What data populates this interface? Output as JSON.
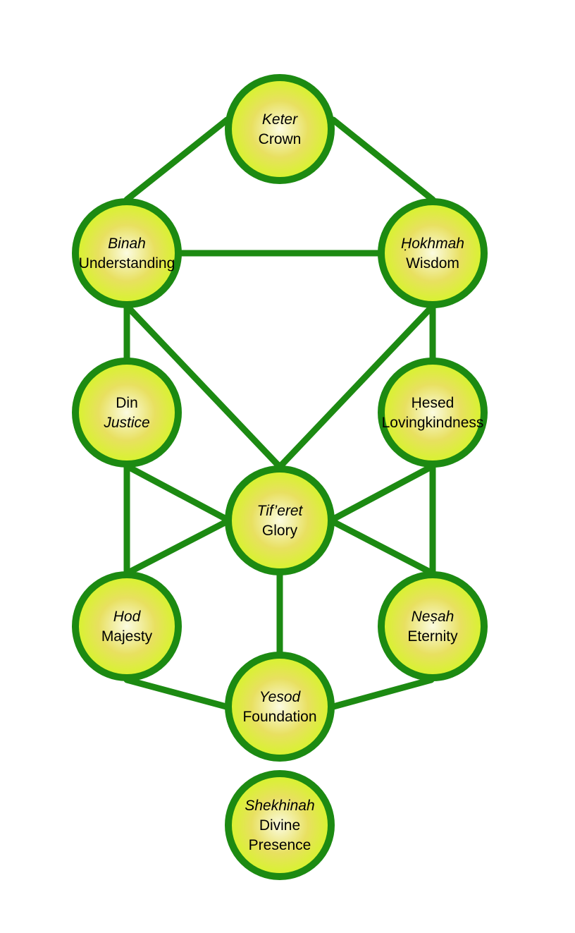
{
  "diagram": {
    "title": "Sefirot",
    "colors": {
      "line": "#1c8a12",
      "stroke": "#1c8a12",
      "fill_edge": "#d6f52a",
      "fill_mid": "#e8e060",
      "fill_center": "#fbfbe0",
      "text": "#000000"
    },
    "nodes": [
      {
        "id": "keter",
        "lines": [
          {
            "text": "Keter",
            "italic": true
          },
          {
            "text": "Crown",
            "italic": false
          }
        ]
      },
      {
        "id": "binah",
        "lines": [
          {
            "text": "Binah",
            "italic": true
          },
          {
            "text": "Understanding",
            "italic": false
          }
        ]
      },
      {
        "id": "hokhmah",
        "lines": [
          {
            "text": "Ḥokhmah",
            "italic": true
          },
          {
            "text": "Wisdom",
            "italic": false
          }
        ]
      },
      {
        "id": "din",
        "lines": [
          {
            "text": "Din",
            "italic": false
          },
          {
            "text": "Justice",
            "italic": true
          }
        ]
      },
      {
        "id": "hesed",
        "lines": [
          {
            "text": "Ḥesed",
            "italic": false
          },
          {
            "text": "Lovingkindness",
            "italic": false
          }
        ]
      },
      {
        "id": "tiferet",
        "lines": [
          {
            "text": "Tif’eret",
            "italic": true
          },
          {
            "text": "Glory",
            "italic": false
          }
        ]
      },
      {
        "id": "hod",
        "lines": [
          {
            "text": "Hod",
            "italic": true
          },
          {
            "text": "Majesty",
            "italic": false
          }
        ]
      },
      {
        "id": "nesah",
        "lines": [
          {
            "text": "Neṣah",
            "italic": true
          },
          {
            "text": "Eternity",
            "italic": false
          }
        ]
      },
      {
        "id": "yesod",
        "lines": [
          {
            "text": "Yesod",
            "italic": true
          },
          {
            "text": "Foundation",
            "italic": false
          }
        ]
      },
      {
        "id": "shekhinah",
        "lines": [
          {
            "text": "Shekhinah",
            "italic": true
          },
          {
            "text": "Divine",
            "italic": false
          },
          {
            "text": "Presence",
            "italic": false
          }
        ]
      }
    ],
    "edges": [
      [
        "keter",
        "binah"
      ],
      [
        "keter",
        "hokhmah"
      ],
      [
        "binah",
        "hokhmah"
      ],
      [
        "binah",
        "din"
      ],
      [
        "hokhmah",
        "hesed"
      ],
      [
        "binah",
        "tiferet"
      ],
      [
        "hokhmah",
        "tiferet"
      ],
      [
        "din",
        "tiferet"
      ],
      [
        "hesed",
        "tiferet"
      ],
      [
        "din",
        "hod"
      ],
      [
        "hesed",
        "nesah"
      ],
      [
        "tiferet",
        "hod"
      ],
      [
        "tiferet",
        "nesah"
      ],
      [
        "tiferet",
        "yesod"
      ],
      [
        "hod",
        "yesod"
      ],
      [
        "nesah",
        "yesod"
      ]
    ]
  }
}
